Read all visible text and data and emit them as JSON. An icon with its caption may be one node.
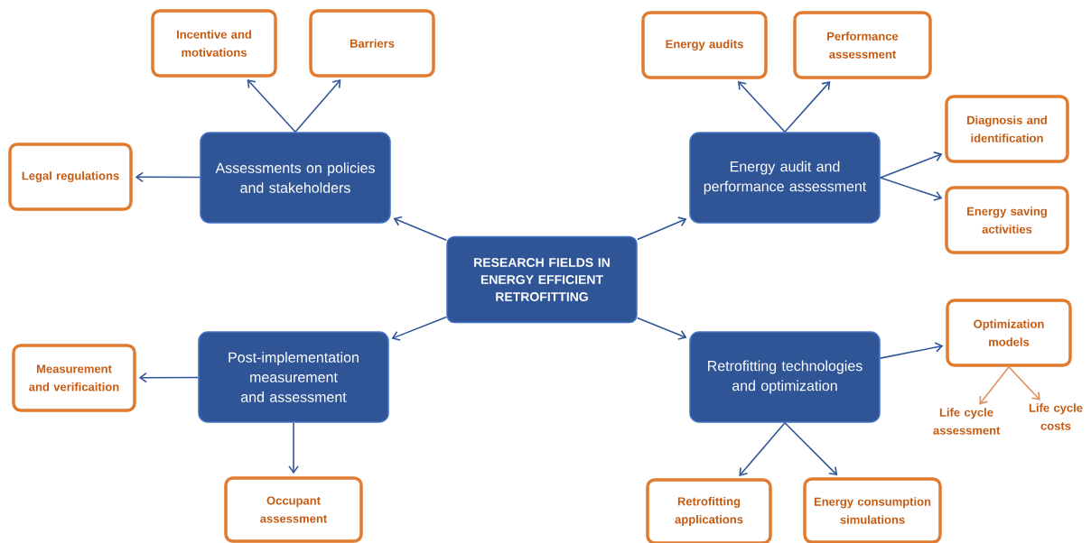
{
  "diagram": {
    "nodes": [
      {
        "text": [
          "RESEARCH FIELDS IN ENERGY EFFICIENT RETROFITTING"
        ]
      },
      {
        "text": [
          "Assessments on policies and stakeholders"
        ]
      },
      {
        "text": [
          "Incentive and motivations"
        ]
      },
      {
        "text": [
          "Barriers"
        ]
      },
      {
        "text": [
          "Legal regulations"
        ]
      },
      {
        "text": [
          "Energy audit and performance assessment"
        ]
      },
      {
        "text": [
          "Energy audits"
        ]
      },
      {
        "text": [
          "Performance assessment"
        ]
      },
      {
        "text": [
          "Diagnosis and identification"
        ]
      },
      {
        "text": [
          "Energy saving activities"
        ]
      },
      {
        "text": [
          "Post-implementation measurement and assessment"
        ]
      },
      {
        "text": [
          "Measurement and verificaition"
        ]
      },
      {
        "text": [
          "Occupant assessment"
        ]
      },
      {
        "text": [
          "Retrofitting technologies and optimization"
        ]
      },
      {
        "text": [
          "Optimization models"
        ]
      },
      {
        "text": [
          "Life cycle assessment"
        ]
      },
      {
        "text": [
          "Life cycle costs"
        ]
      },
      {
        "text": [
          "Retrofitting applications"
        ]
      },
      {
        "text": [
          "Energy consumption simulations"
        ]
      }
    ],
    "edges": [
      {
        "from": 0,
        "to": 1,
        "arrow": "to"
      },
      {
        "from": 0,
        "to": 5,
        "arrow": "to"
      },
      {
        "from": 0,
        "to": 10,
        "arrow": "to"
      },
      {
        "from": 0,
        "to": 13,
        "arrow": "to"
      },
      {
        "from": 1,
        "to": 2,
        "arrow": "to"
      },
      {
        "from": 1,
        "to": 3,
        "arrow": "to"
      },
      {
        "from": 1,
        "to": 4,
        "arrow": "to"
      },
      {
        "from": 5,
        "to": 6,
        "arrow": "to"
      },
      {
        "from": 5,
        "to": 7,
        "arrow": "to"
      },
      {
        "from": 5,
        "to": 8,
        "arrow": "to"
      },
      {
        "from": 5,
        "to": 9,
        "arrow": "to"
      },
      {
        "from": 10,
        "to": 11,
        "arrow": "to"
      },
      {
        "from": 10,
        "to": 12,
        "arrow": "to"
      },
      {
        "from": 13,
        "to": 14,
        "arrow": "to"
      },
      {
        "from": 13,
        "to": 17,
        "arrow": "to"
      },
      {
        "from": 13,
        "to": 18,
        "arrow": "to"
      },
      {
        "from": 14,
        "to": 15,
        "arrow": "to",
        "color": "#e0905e"
      },
      {
        "from": 14,
        "to": 16,
        "arrow": "to",
        "color": "#e0905e"
      }
    ]
  }
}
